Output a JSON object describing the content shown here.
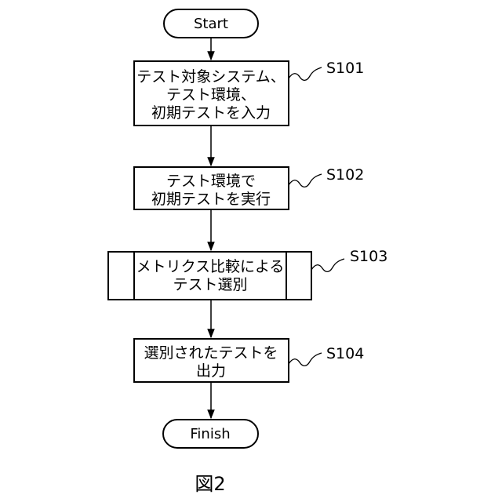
{
  "flowchart": {
    "start": "Start",
    "finish": "Finish",
    "steps": [
      {
        "id": "S101",
        "lines": [
          "テスト対象システム、",
          "テスト環境、",
          "初期テストを入力"
        ],
        "kind": "process"
      },
      {
        "id": "S102",
        "lines": [
          "テスト環境で",
          "初期テストを実行"
        ],
        "kind": "process"
      },
      {
        "id": "S103",
        "lines": [
          "メトリクス比較による",
          "テスト選別"
        ],
        "kind": "predefined-process"
      },
      {
        "id": "S104",
        "lines": [
          "選別されたテストを",
          "出力"
        ],
        "kind": "process"
      }
    ]
  },
  "caption": "図2"
}
